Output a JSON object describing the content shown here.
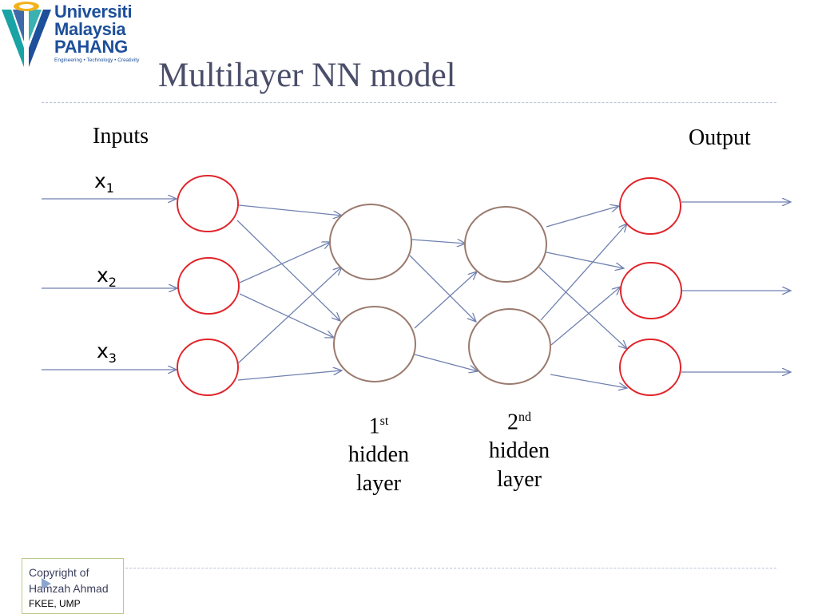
{
  "logo": {
    "lines": [
      "Universiti",
      "Malaysia",
      "PAHANG"
    ],
    "tagline": "Engineering • Technology • Creativity"
  },
  "title": "Multilayer NN model",
  "labels": {
    "inputs": "Inputs",
    "output": "Output",
    "x": [
      "x",
      "x",
      "x"
    ],
    "x_sub": [
      "1",
      "2",
      "3"
    ],
    "hidden1": {
      "num": "1",
      "sup": "st",
      "line2": "hidden",
      "line3": "layer"
    },
    "hidden2": {
      "num": "2",
      "sup": "nd",
      "line2": "hidden",
      "line3": "layer"
    }
  },
  "footer": {
    "copyright_line1": "Copyright of",
    "copyright_line2": "Hamzah Ahmad",
    "affiliation": "FKEE, UMP"
  },
  "colors": {
    "input_node": "#e0242a",
    "hidden_node": "#9a7a6e",
    "output_node": "#e0242a",
    "edge": "#7081b0",
    "logo_blue": "#1d4f9a",
    "logo_teal": "#1aa3a4",
    "logo_gold": "#f2b21b"
  }
}
